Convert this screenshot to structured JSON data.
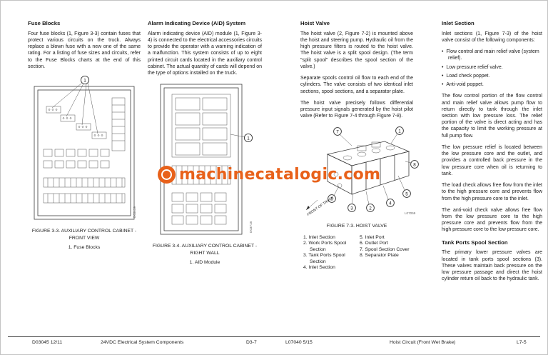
{
  "watermark": {
    "text": "machinecatalogic.com"
  },
  "footer": {
    "left_code": "D03045  12/11",
    "left_title": "24VDC Electrical System Components",
    "left_page": "D3-7",
    "right_code": "L07040  5/15",
    "right_title": "Hoist Circuit (Front Wet Brake)",
    "right_page": "L7-5"
  },
  "fuse_blocks": {
    "heading": "Fuse Blocks",
    "body": "Four fuse blocks (1, Figure 3-3) contain fuses that protect various circuits on the truck. Always replace a blown fuse with a new one of the same rating. For a listing of fuse sizes and circuits, refer to the Fuse Blocks charts at the end of this section.",
    "figure": {
      "callout": "1",
      "code": "D03139",
      "caption": "FIGURE 3-3. AUXILIARY CONTROL CABINET - FRONT VIEW",
      "legend": "1. Fuse Blocks"
    }
  },
  "aid_system": {
    "heading": "Alarm Indicating Device (AID) System",
    "body": "Alarm indicating device (AID) module (1, Figure 3-4) is connected to the electrical accessories circuits to provide the operator with a warning indication of a malfunction. This system consists of up to eight printed circuit cards located in the auxiliary control cabinet. The actual quantity of cards will depend on the type of options installed on the truck.",
    "figure": {
      "callout": "1",
      "code": "D03718",
      "caption": "FIGURE 3-4. AUXILIARY CONTROL CABINET - RIGHT WALL",
      "legend": "1. AID Module"
    }
  },
  "hoist_valve": {
    "heading": "Hoist Valve",
    "p1": "The hoist valve (2, Figure 7-2) is mounted above the hoist and steering pump. Hydraulic oil from the high pressure filters is routed to the hoist valve. The hoist valve is a split spool design. (The term \"split spool\" describes the spool section of the valve.)",
    "p2": "Separate spools control oil flow to each end of the cylinders. The valve consists of two identical inlet sections, spool sections, and a separator plate.",
    "p3": "The hoist valve precisely follows differential pressure input signals generated by the hoist pilot valve (Refer to Figure 7-4 through Figure 7-8).",
    "figure": {
      "caption": "FIGURE 7-3. HOIST VALVE",
      "front_label": "FRONT OF TRUCK",
      "code": "L07059",
      "callouts": [
        "1",
        "2",
        "3",
        "4",
        "5",
        "6",
        "7",
        "8"
      ],
      "legend": [
        "1. Inlet Section",
        "2. Work Ports Spool Section",
        "3. Tank Ports Spool Section",
        "4. Inlet Section",
        "5. Inlet Port",
        "6. Outlet Port",
        "7. Spool Section Cover",
        "8. Separator Plate"
      ]
    }
  },
  "inlet_section": {
    "heading": "Inlet Section",
    "intro": "Inlet sections (1, Figure 7-3) of the hoist valve consist of the following components:",
    "bullets": [
      "Flow control and main relief valve (system relief).",
      "Low pressure relief valve.",
      "Load check poppet.",
      "Anti-void poppet."
    ],
    "p1": "The flow control portion of the flow control and main relief valve allows pump flow to return directly to tank through the inlet section with low pressure loss. The relief portion of the valve is direct acting and has the capacity to limit the working pressure at full pump flow.",
    "p2": "The low pressure relief is located between the low pressure core and the outlet, and provides a controlled back pressure in the low pressure core when oil is returning to tank.",
    "p3": "The load check allows free flow from the inlet to the high pressure core and prevents flow from the high pressure core to the inlet.",
    "p4": "The anti-void check valve allows free flow from the low pressure core to the high pressure core and prevents flow from the high pressure core to the low pressure core."
  },
  "tank_ports": {
    "heading": "Tank Ports Spool Section",
    "body": "The primary lower pressure valves are located in tank ports spool sections (3). These valves maintain back pressure on the low pressure passage and direct the hoist cylinder return oil back to the hydraulic tank."
  }
}
